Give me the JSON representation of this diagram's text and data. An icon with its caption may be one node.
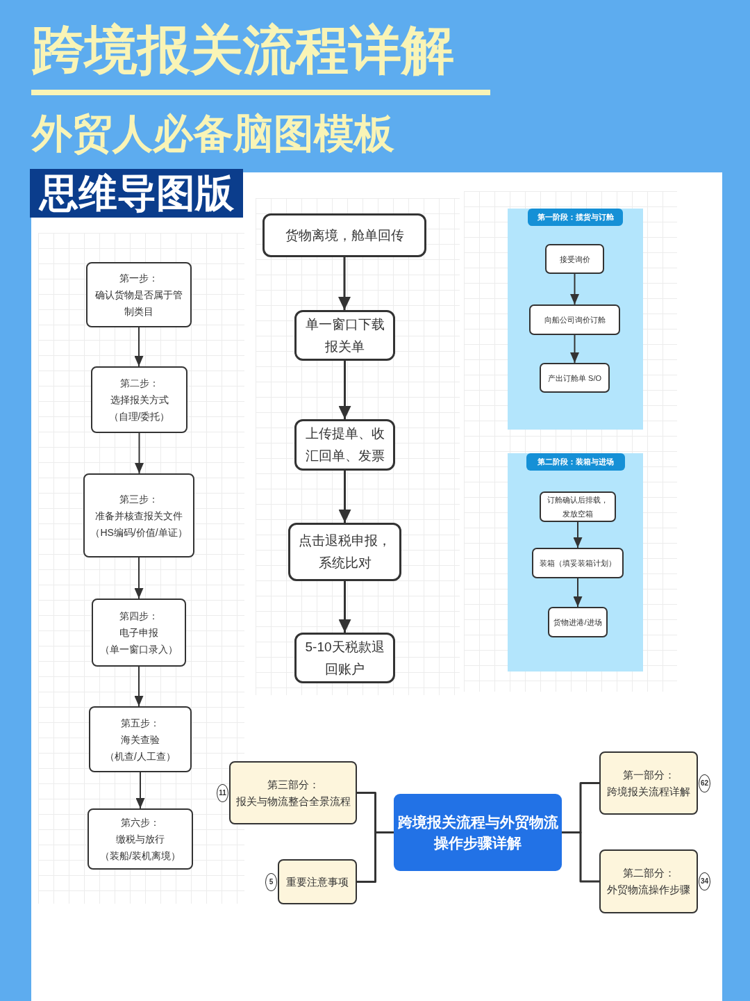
{
  "diagram": {
    "title": "跨境报关流程详解",
    "nodes": [
      {
        "text": [
          "第一步：",
          "确认货物是否属于管制类目"
        ]
      },
      {
        "text": [
          "第二步：",
          "选择报关方式",
          "（自理/委托）"
        ]
      },
      {
        "text": [
          "第三步：",
          "准备并核查报关文件",
          "（HS编码/价值/单证）"
        ]
      },
      {
        "text": [
          "第四步：",
          "电子申报",
          "（单一窗口录入）"
        ]
      },
      {
        "text": [
          "第五步：",
          "海关查验",
          "（机查/人工查）"
        ]
      },
      {
        "text": [
          "第六步：",
          "缴税与放行",
          "（装船/装机离境）"
        ]
      },
      {
        "text": [
          "货物离境，舱单回传"
        ]
      },
      {
        "text": [
          "单一窗口下载报关单"
        ]
      },
      {
        "text": [
          "上传提单、收汇回单、发票"
        ]
      },
      {
        "text": [
          "点击退税申报，系统比对"
        ]
      },
      {
        "text": [
          "5-10天税款退回账户"
        ]
      },
      {
        "text": [
          "第一阶段：揽货与订舱"
        ]
      },
      {
        "text": [
          "接受询价"
        ],
        "in": 11
      },
      {
        "text": [
          "向船公司询价订舱"
        ],
        "in": 11
      },
      {
        "text": [
          "产出订舱单 S/O"
        ],
        "in": 11
      },
      {
        "text": [
          "第二阶段：装箱与进场"
        ]
      },
      {
        "text": [
          "订舱确认后排载，发放空箱"
        ],
        "in": 15
      },
      {
        "text": [
          "装箱（填妥装箱计划）"
        ],
        "in": 15
      },
      {
        "text": [
          "货物进港/进场"
        ],
        "in": 15
      },
      {
        "text": [
          "跨境报关流程与外贸物流操作步骤详解"
        ]
      },
      {
        "text": [
          "第三部分：",
          "报关与物流整合全景流程"
        ],
        "beside": [
          "11"
        ]
      },
      {
        "text": [
          "重要注意事项"
        ],
        "beside": [
          "5"
        ]
      },
      {
        "text": [
          "第一部分：",
          "跨境报关流程详解"
        ],
        "beside": [
          "62"
        ]
      },
      {
        "text": [
          "第二部分：",
          "外贸物流操作步骤"
        ],
        "beside": [
          "34"
        ]
      }
    ],
    "edges": [
      {
        "from": 0,
        "to": 1,
        "arrow": "to"
      },
      {
        "from": 1,
        "to": 2,
        "arrow": "to"
      },
      {
        "from": 2,
        "to": 3,
        "arrow": "to"
      },
      {
        "from": 3,
        "to": 4,
        "arrow": "to"
      },
      {
        "from": 4,
        "to": 5,
        "arrow": "to"
      },
      {
        "from": 6,
        "to": 7,
        "arrow": "to"
      },
      {
        "from": 7,
        "to": 8,
        "arrow": "to"
      },
      {
        "from": 8,
        "to": 9,
        "arrow": "to"
      },
      {
        "from": 9,
        "to": 10,
        "arrow": "to"
      },
      {
        "from": 12,
        "to": 13,
        "arrow": "to"
      },
      {
        "from": 13,
        "to": 14,
        "arrow": "to"
      },
      {
        "from": 16,
        "to": 17,
        "arrow": "to"
      },
      {
        "from": 17,
        "to": 18,
        "arrow": "to"
      },
      {
        "from": 19,
        "to": 20,
        "arrow": "none"
      },
      {
        "from": 19,
        "to": 21,
        "arrow": "none"
      },
      {
        "from": 19,
        "to": 22,
        "arrow": "none"
      },
      {
        "from": 19,
        "to": 23,
        "arrow": "none"
      }
    ],
    "labels": [
      "外贸人必备脑图模板",
      "思维导图版"
    ]
  }
}
